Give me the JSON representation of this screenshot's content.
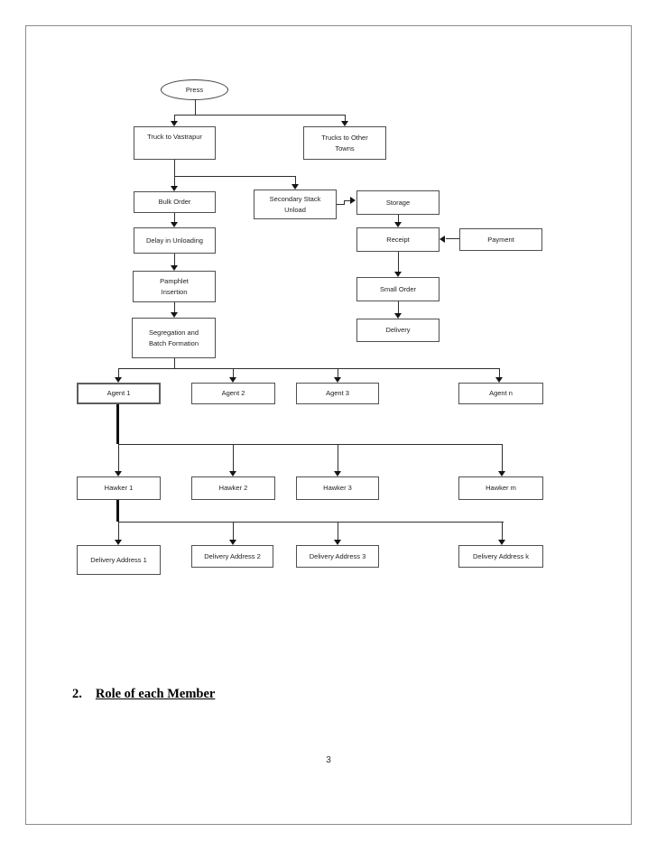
{
  "page": {
    "heading_number": "2.",
    "heading_text": "Role of each Member",
    "page_number": "3"
  },
  "diagram": {
    "type": "flowchart",
    "nodes": {
      "press": "Press",
      "truck_to_vastrapur": "Truck to Vastrapur",
      "trucks_to_other_towns": "Trucks to Other\nTowns",
      "bulk_order": "Bulk Order",
      "secondary_stack_unload": "Secondary Stack\nUnload",
      "storage": "Storage",
      "delay_in_unloading": "Delay in Unloading",
      "receipt": "Receipt",
      "payment": "Payment",
      "pamphlet_insertion": "Pamphlet\nInsertion",
      "small_order": "Small Order",
      "segregation_and_batch_formation": "Segregation and\nBatch Formation",
      "delivery": "Delivery",
      "agents": [
        "Agent 1",
        "Agent 2",
        "Agent 3",
        "Agent n"
      ],
      "hawkers": [
        "Hawker 1",
        "Hawker 2",
        "Hawker 3",
        "Hawker m"
      ],
      "delivery_addresses": [
        "Delivery Address 1",
        "Delivery Address 2",
        "Delivery Address 3",
        "Delivery Address k"
      ]
    },
    "edges": [
      [
        "Press",
        "Truck to Vastrapur"
      ],
      [
        "Press",
        "Trucks to Other Towns"
      ],
      [
        "Truck to Vastrapur",
        "Bulk Order"
      ],
      [
        "Truck to Vastrapur",
        "Secondary Stack Unload"
      ],
      [
        "Secondary Stack Unload",
        "Storage"
      ],
      [
        "Storage",
        "Receipt"
      ],
      [
        "Payment",
        "Receipt"
      ],
      [
        "Bulk Order",
        "Delay in Unloading"
      ],
      [
        "Delay in Unloading",
        "Pamphlet Insertion"
      ],
      [
        "Pamphlet Insertion",
        "Segregation and Batch Formation"
      ],
      [
        "Receipt",
        "Small Order"
      ],
      [
        "Small Order",
        "Delivery"
      ],
      [
        "Segregation and Batch Formation",
        "Agent 1"
      ],
      [
        "Segregation and Batch Formation",
        "Agent 2"
      ],
      [
        "Segregation and Batch Formation",
        "Agent 3"
      ],
      [
        "Segregation and Batch Formation",
        "Agent n"
      ],
      [
        "Agent 1",
        "Hawker 1"
      ],
      [
        "Agent 1",
        "Hawker 2"
      ],
      [
        "Agent 1",
        "Hawker 3"
      ],
      [
        "Agent 1",
        "Hawker m"
      ],
      [
        "Hawker 1",
        "Delivery Address 1"
      ],
      [
        "Hawker 1",
        "Delivery Address 2"
      ],
      [
        "Hawker 1",
        "Delivery Address 3"
      ],
      [
        "Hawker 1",
        "Delivery Address k"
      ]
    ]
  }
}
